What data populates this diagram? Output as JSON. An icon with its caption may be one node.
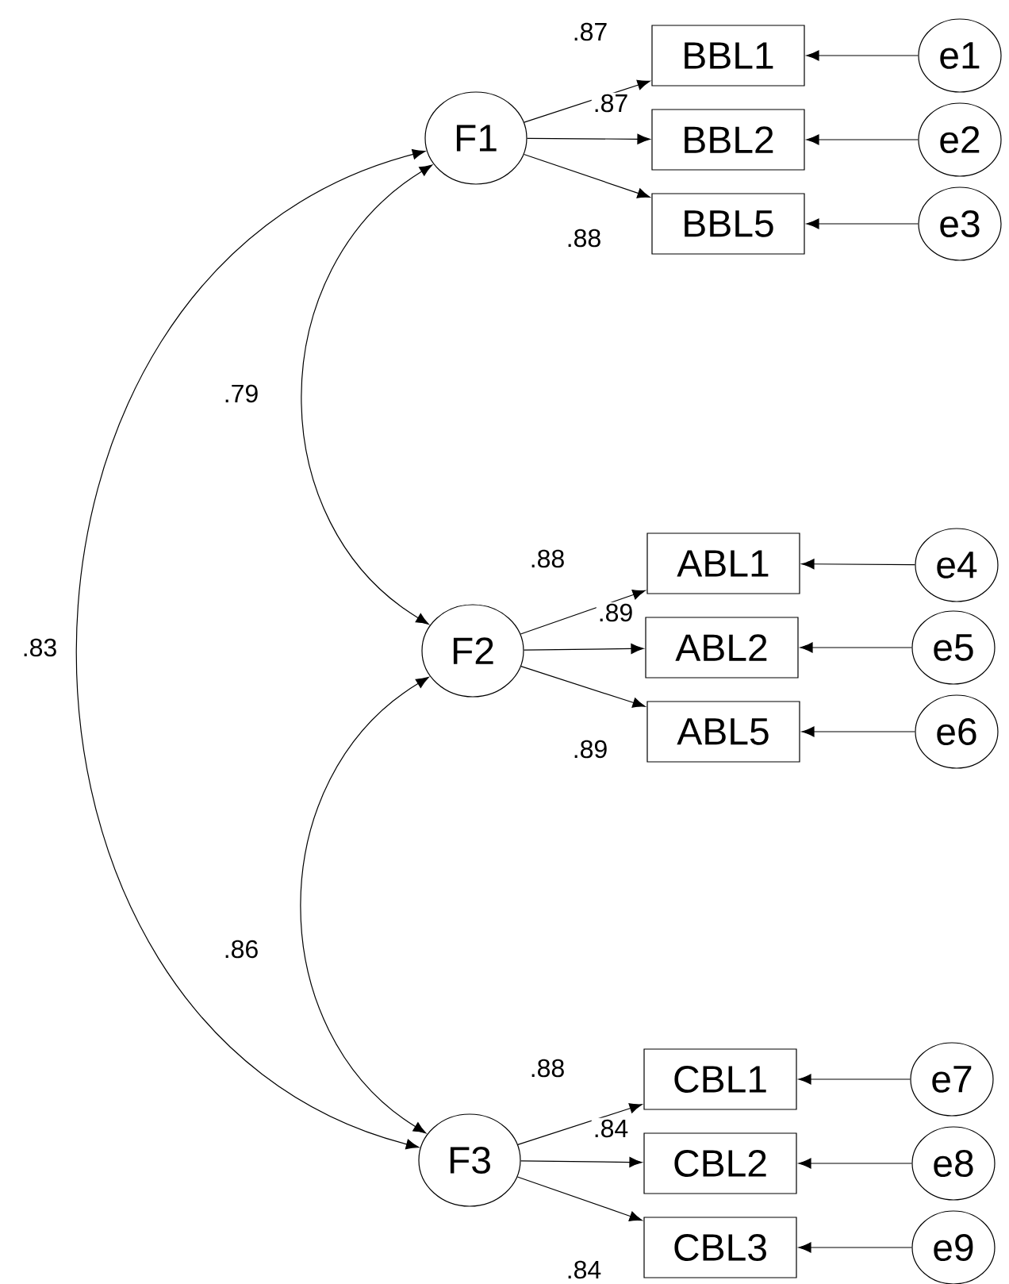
{
  "diagram": {
    "nodes": [
      {
        "text": [
          "F1"
        ]
      },
      {
        "text": [
          "BBL1"
        ]
      },
      {
        "text": [
          "BBL2"
        ]
      },
      {
        "text": [
          "BBL5"
        ]
      },
      {
        "text": [
          "e1"
        ]
      },
      {
        "text": [
          "e2"
        ]
      },
      {
        "text": [
          "e3"
        ]
      },
      {
        "text": [
          "F2"
        ]
      },
      {
        "text": [
          "ABL1"
        ]
      },
      {
        "text": [
          "ABL2"
        ]
      },
      {
        "text": [
          "ABL5"
        ]
      },
      {
        "text": [
          "e4"
        ]
      },
      {
        "text": [
          "e5"
        ]
      },
      {
        "text": [
          "e6"
        ]
      },
      {
        "text": [
          "F3"
        ]
      },
      {
        "text": [
          "CBL1"
        ]
      },
      {
        "text": [
          "CBL2"
        ]
      },
      {
        "text": [
          "CBL3"
        ]
      },
      {
        "text": [
          "e7"
        ]
      },
      {
        "text": [
          "e8"
        ]
      },
      {
        "text": [
          "e9"
        ]
      }
    ],
    "edges": [
      {
        "from": 0,
        "to": 1,
        "arrow": "to",
        "label": ".87"
      },
      {
        "from": 0,
        "to": 2,
        "arrow": "to",
        "label": ".87"
      },
      {
        "from": 0,
        "to": 3,
        "arrow": "to",
        "label": ".88"
      },
      {
        "from": 4,
        "to": 1,
        "arrow": "to"
      },
      {
        "from": 5,
        "to": 2,
        "arrow": "to"
      },
      {
        "from": 6,
        "to": 3,
        "arrow": "to"
      },
      {
        "from": 7,
        "to": 8,
        "arrow": "to",
        "label": ".88"
      },
      {
        "from": 7,
        "to": 9,
        "arrow": "to",
        "label": ".89"
      },
      {
        "from": 7,
        "to": 10,
        "arrow": "to",
        "label": ".89"
      },
      {
        "from": 11,
        "to": 8,
        "arrow": "to"
      },
      {
        "from": 12,
        "to": 9,
        "arrow": "to"
      },
      {
        "from": 13,
        "to": 10,
        "arrow": "to"
      },
      {
        "from": 14,
        "to": 15,
        "arrow": "to",
        "label": ".88"
      },
      {
        "from": 14,
        "to": 16,
        "arrow": "to",
        "label": ".84"
      },
      {
        "from": 14,
        "to": 17,
        "arrow": "to",
        "label": ".84"
      },
      {
        "from": 18,
        "to": 15,
        "arrow": "to"
      },
      {
        "from": 19,
        "to": 16,
        "arrow": "to"
      },
      {
        "from": 20,
        "to": 17,
        "arrow": "to"
      },
      {
        "from": 0,
        "to": 7,
        "arrow": "both",
        "label": ".79"
      },
      {
        "from": 7,
        "to": 14,
        "arrow": "both",
        "label": ".86"
      },
      {
        "from": 0,
        "to": 14,
        "arrow": "both",
        "label": ".83"
      }
    ]
  }
}
